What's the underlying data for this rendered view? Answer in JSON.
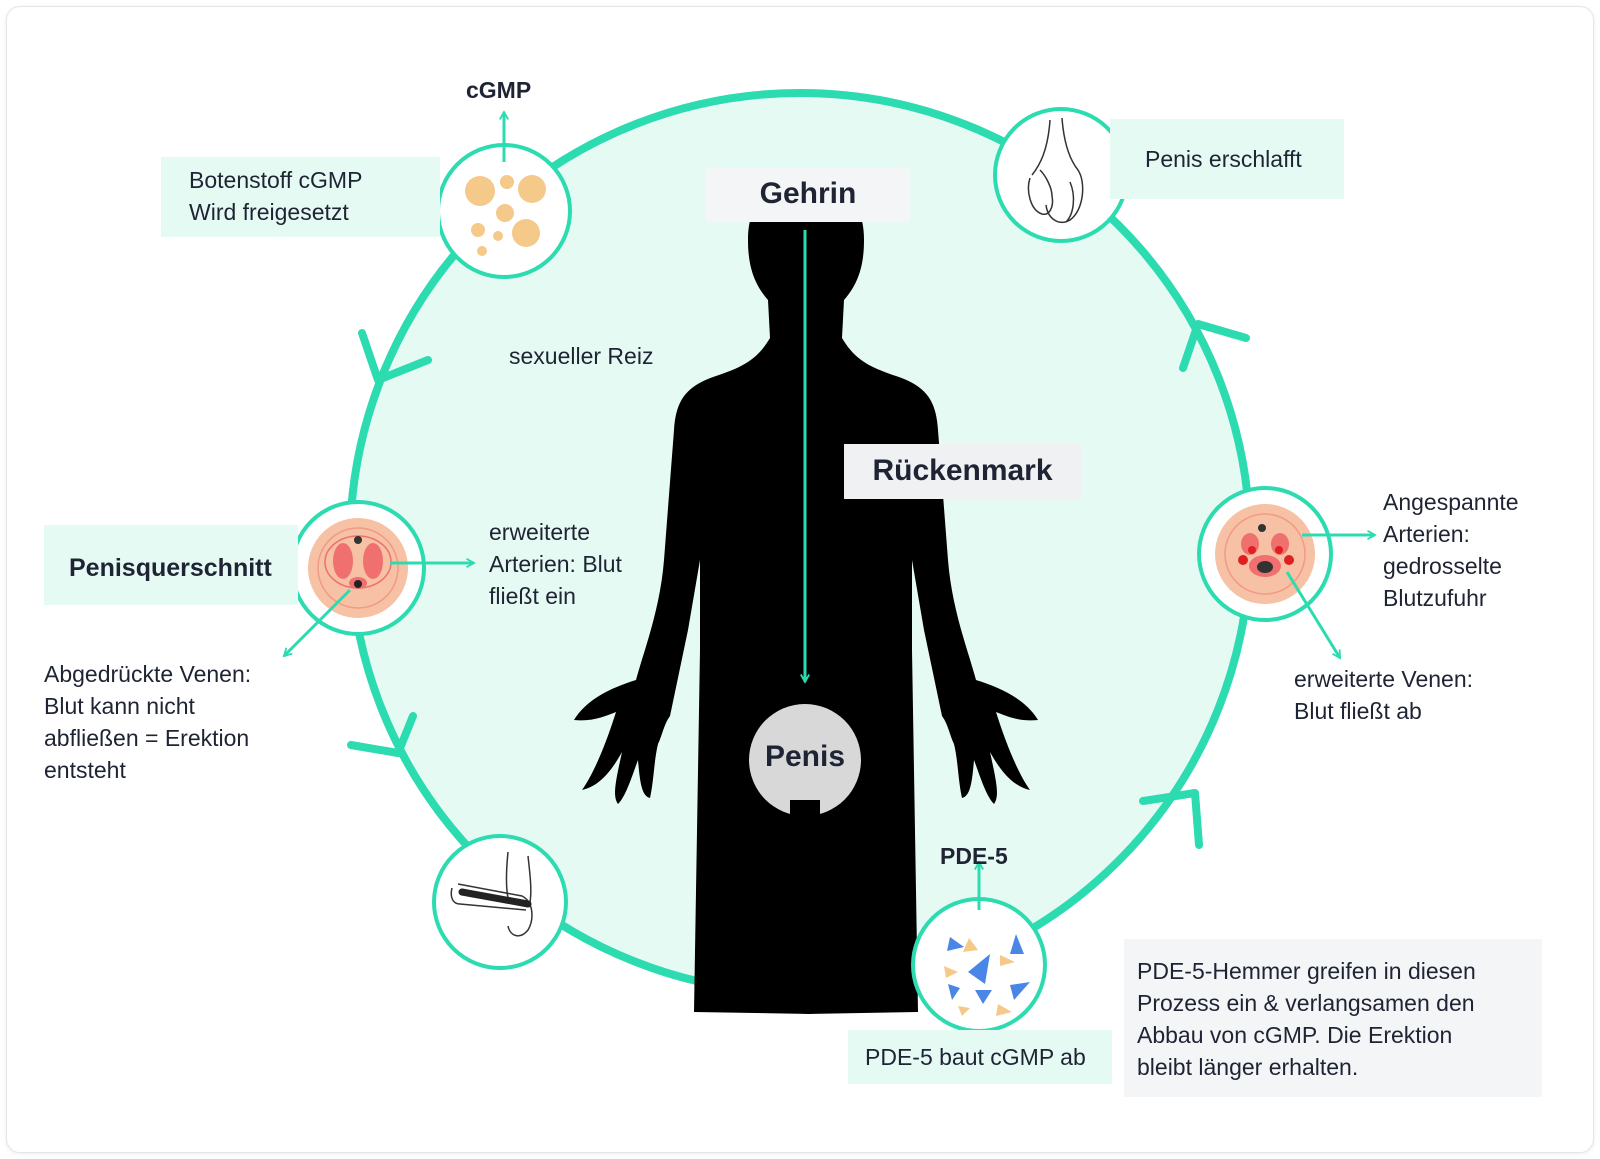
{
  "labels": {
    "cgmp_top": "cGMP",
    "botenstoff": "Botenstoff cGMP\nWird freigesetzt",
    "penis_erschlafft": "Penis erschlafft",
    "gehrin": "Gehrin",
    "sexueller_reiz": "sexueller Reiz",
    "rueckenmark": "Rückenmark",
    "penisquerschnitt": "Penisquerschnitt",
    "erweiterte_arterien": "erweiterte\nArterien: Blut\nfließt ein",
    "abgedrueckte_venen": "Abgedrückte Venen:\nBlut kann nicht\nabfließen = Erektion\nentsteht",
    "angespannte_arterien": "Angespannte\nArterien:\ngedrosselte\nBlutzufuhr",
    "erweiterte_venen": "erweiterte Venen:\nBlut fließt ab",
    "penis": "Penis",
    "pde5_top": "PDE-5",
    "pde5_baut": "PDE-5 baut cGMP ab",
    "pde5_hemmer": "PDE-5-Hemmer greifen in diesen\nProzess ein & verlangsamen den\nAbbau von cGMP. Die Erektion\nbleibt länger erhalten."
  },
  "colors": {
    "accent": "#2ddbb0",
    "circle_fill": "#e6faf4",
    "silhouette": "#000000",
    "granule": "#f5c98a",
    "tissue": "#f6c1a4",
    "artery": "#f07070",
    "pde_blue": "#4a86e8",
    "pde_orange": "#f5c98a"
  },
  "icons": [
    "granules-icon",
    "flaccid-penis-icon",
    "penis-cross-section-icon",
    "erect-penis-icon",
    "pde5-enzyme-icon",
    "tense-cross-section-icon"
  ]
}
